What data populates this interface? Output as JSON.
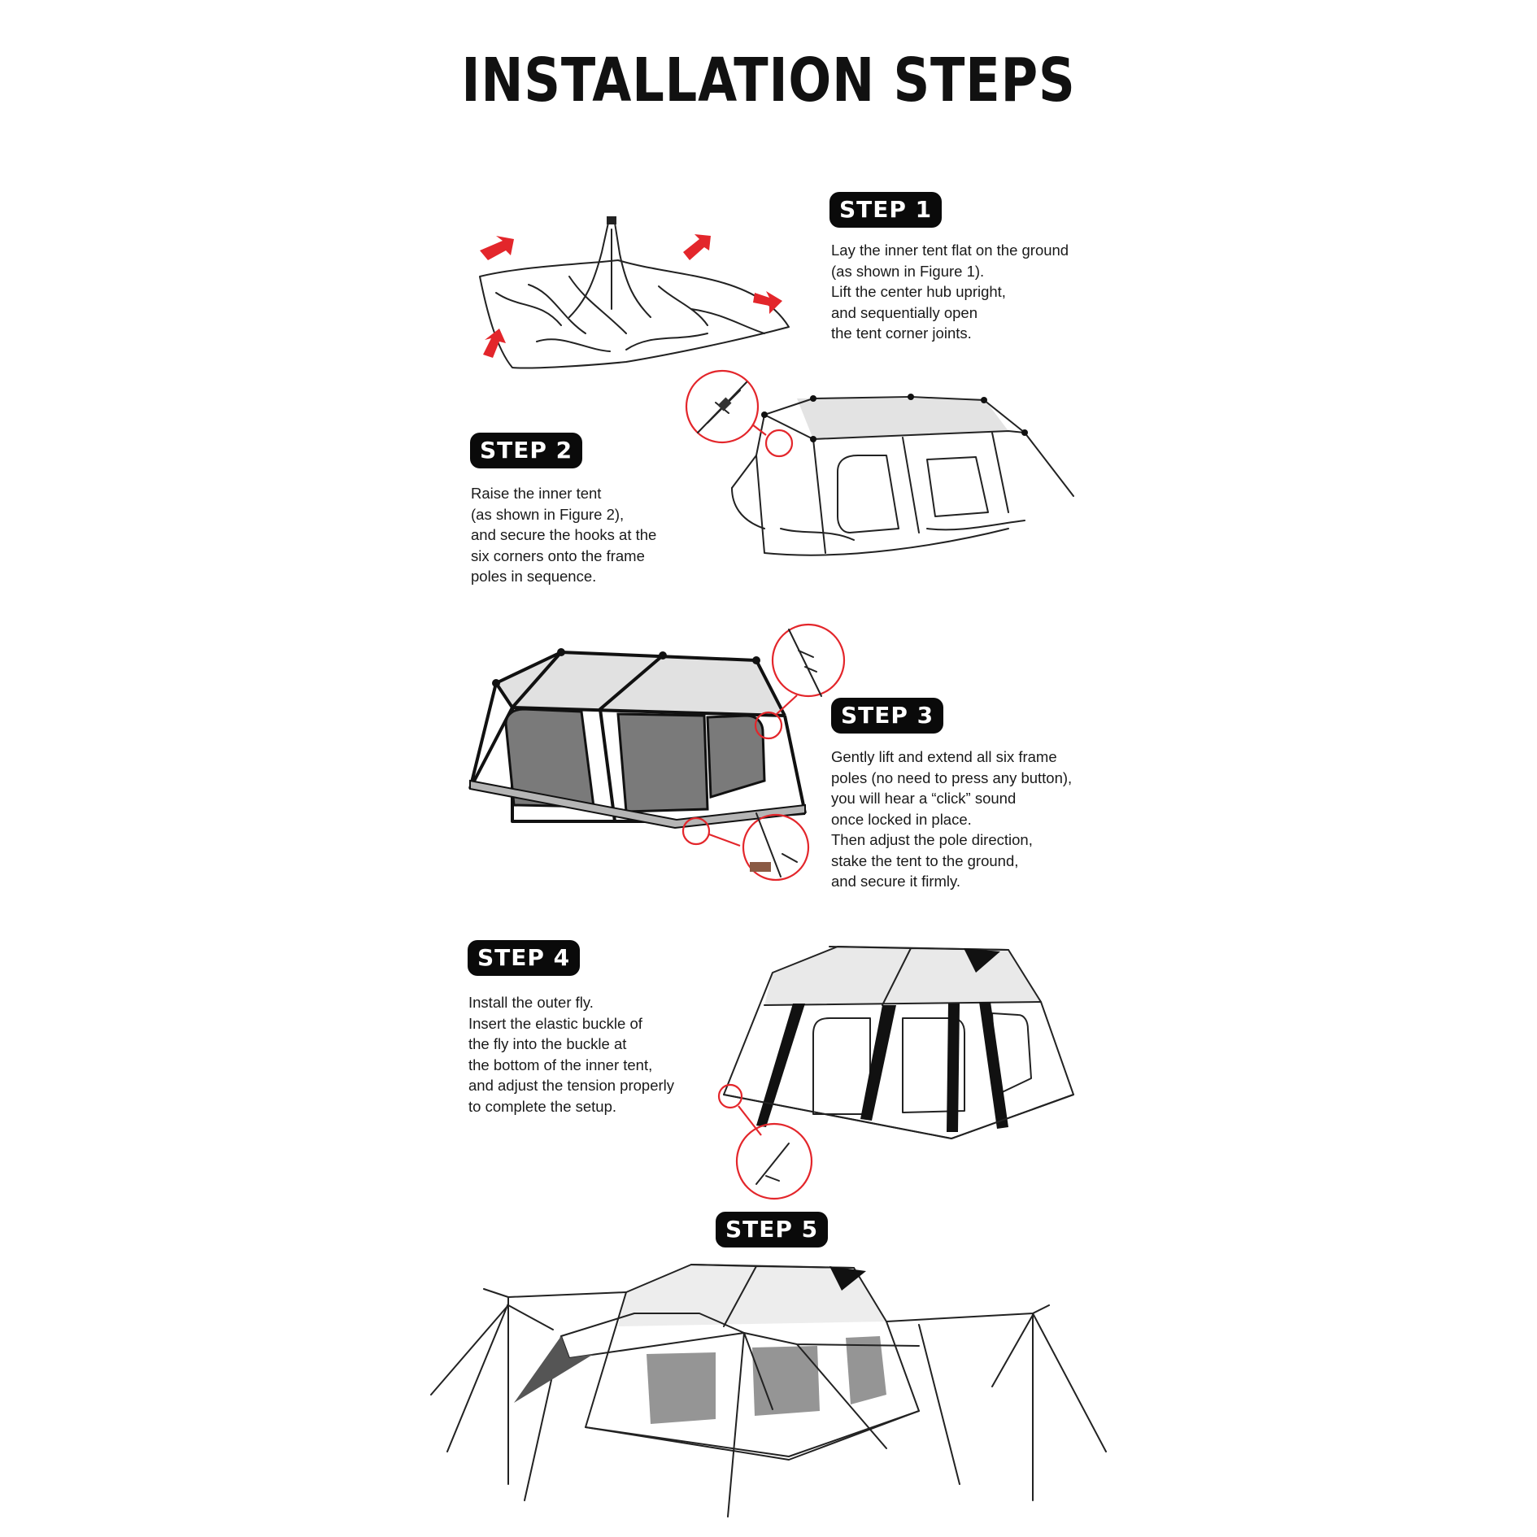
{
  "page": {
    "title": "INSTALLATION STEPS"
  },
  "colors": {
    "accent": "#e3262b",
    "badge_bg": "#0a0a0a",
    "text": "#1a1a1a",
    "mesh": "#8a8a8a"
  },
  "steps": [
    {
      "label": "STEP 1",
      "lines": [
        "Lay the inner tent flat on the ground",
        "(as shown in Figure 1).",
        "Lift the center hub upright,",
        "and sequentially open",
        "the tent corner joints."
      ]
    },
    {
      "label": "STEP 2",
      "lines": [
        "Raise the inner tent",
        "(as shown in Figure 2),",
        "and secure the hooks at the",
        "six corners onto the frame",
        "poles in sequence."
      ]
    },
    {
      "label": "STEP 3",
      "lines": [
        "Gently lift and extend all six frame",
        "poles (no need to press any button),",
        "you will hear a “click” sound",
        "once locked in place.",
        "Then adjust the pole direction,",
        "stake the tent to the ground,",
        "and secure it firmly."
      ]
    },
    {
      "label": "STEP 4",
      "lines": [
        "Install the outer fly.",
        "Insert the elastic buckle of",
        "the fly into the buckle at",
        "the bottom of the inner tent,",
        "and adjust the tension properly",
        "to complete the setup."
      ]
    },
    {
      "label": "STEP 5",
      "lines": []
    }
  ]
}
